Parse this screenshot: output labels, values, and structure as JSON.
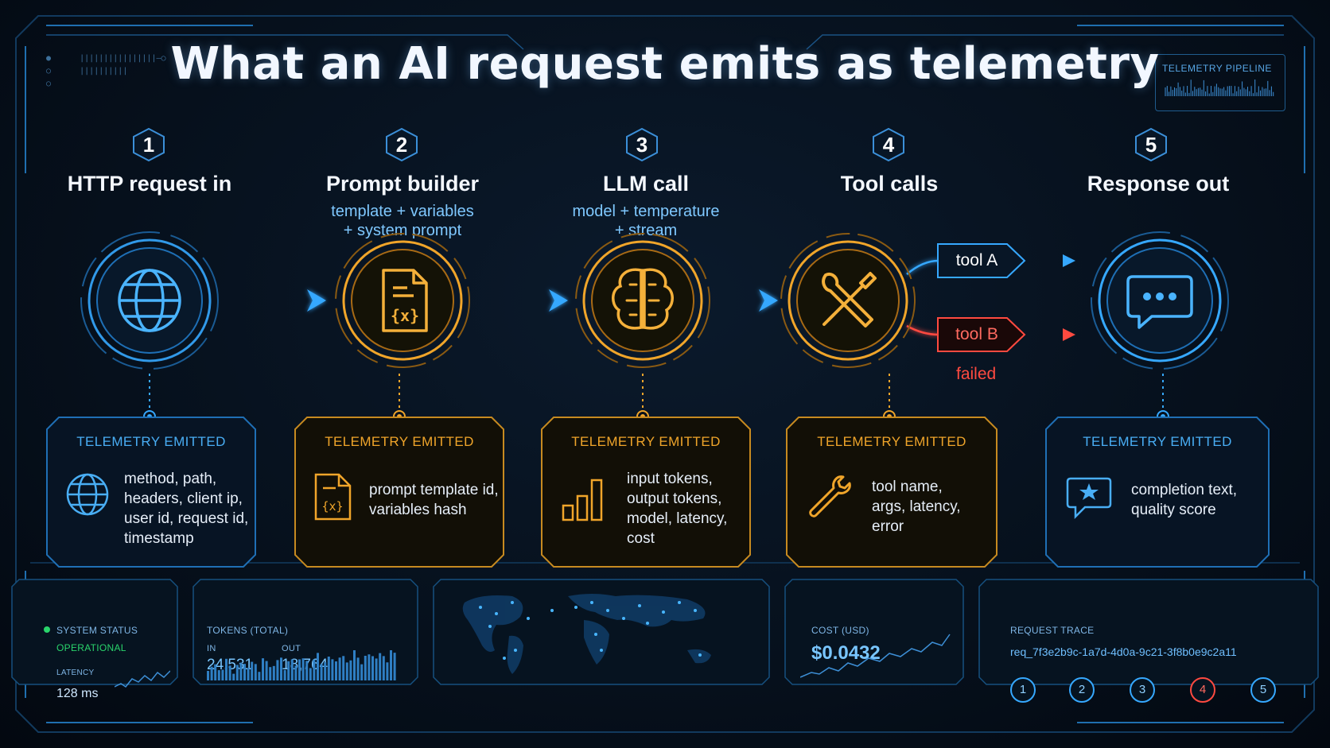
{
  "title": "What an AI request emits as telemetry",
  "hud": {
    "tr_label": "TELEMETRY PIPELINE"
  },
  "steps": [
    {
      "num": "1",
      "title": "HTTP request in",
      "subtitle": [],
      "icon": "globe-icon",
      "telemetry_header": "TELEMETRY EMITTED",
      "telemetry_lines": [
        "method, path,",
        "headers, client ip,",
        "user id, request id,",
        "timestamp"
      ],
      "telemetry_icon": "globe-icon",
      "color": "#36a8ff"
    },
    {
      "num": "2",
      "title": "Prompt builder",
      "subtitle": [
        "template + variables",
        "+ system prompt"
      ],
      "icon": "document-variable-icon",
      "telemetry_header": "TELEMETRY EMITTED",
      "telemetry_lines": [
        "prompt template id,",
        "variables hash"
      ],
      "telemetry_icon": "document-variable-icon",
      "color": "#f0a52a"
    },
    {
      "num": "3",
      "title": "LLM call",
      "subtitle": [
        "model + temperature",
        "+ stream"
      ],
      "icon": "brain-circuit-icon",
      "telemetry_header": "TELEMETRY EMITTED",
      "telemetry_lines": [
        "input tokens,",
        "output tokens,",
        "model, latency,",
        "cost"
      ],
      "telemetry_icon": "bar-chart-icon",
      "color": "#f0a52a"
    },
    {
      "num": "4",
      "title": "Tool calls",
      "subtitle": [],
      "icon": "tools-icon",
      "telemetry_header": "TELEMETRY EMITTED",
      "telemetry_lines": [
        "tool name,",
        "args, latency,",
        "error"
      ],
      "telemetry_icon": "wrench-icon",
      "color": "#f0a52a"
    },
    {
      "num": "5",
      "title": "Response out",
      "subtitle": [],
      "icon": "chat-bubble-icon",
      "telemetry_header": "TELEMETRY EMITTED",
      "telemetry_lines": [
        "completion text,",
        "quality score"
      ],
      "telemetry_icon": "star-chat-icon",
      "color": "#36a8ff"
    }
  ],
  "tools": [
    {
      "label": "tool A",
      "status": "ok"
    },
    {
      "label": "tool B",
      "status": "failed",
      "status_text": "failed"
    }
  ],
  "panels": {
    "status": {
      "label": "SYSTEM STATUS",
      "value": "OPERATIONAL",
      "latency_label": "LATENCY",
      "latency_value": "128 ms"
    },
    "tokens": {
      "label": "TOKENS (TOTAL)",
      "in_label": "IN",
      "in_value": "24,531",
      "out_label": "OUT",
      "out_value": "18,764"
    },
    "cost": {
      "label": "COST (USD)",
      "value": "$0.0432"
    },
    "trace": {
      "label": "REQUEST TRACE",
      "id": "req_7f3e2b9c-1a7d-4d0a-9c21-3f8b0e9c2a11",
      "steps": [
        "1",
        "2",
        "3",
        "4",
        "5"
      ],
      "failed_step": "4"
    }
  },
  "colors": {
    "blue": "#36a8ff",
    "amber": "#f0a52a",
    "red": "#ff4a40",
    "green": "#29d46b"
  }
}
